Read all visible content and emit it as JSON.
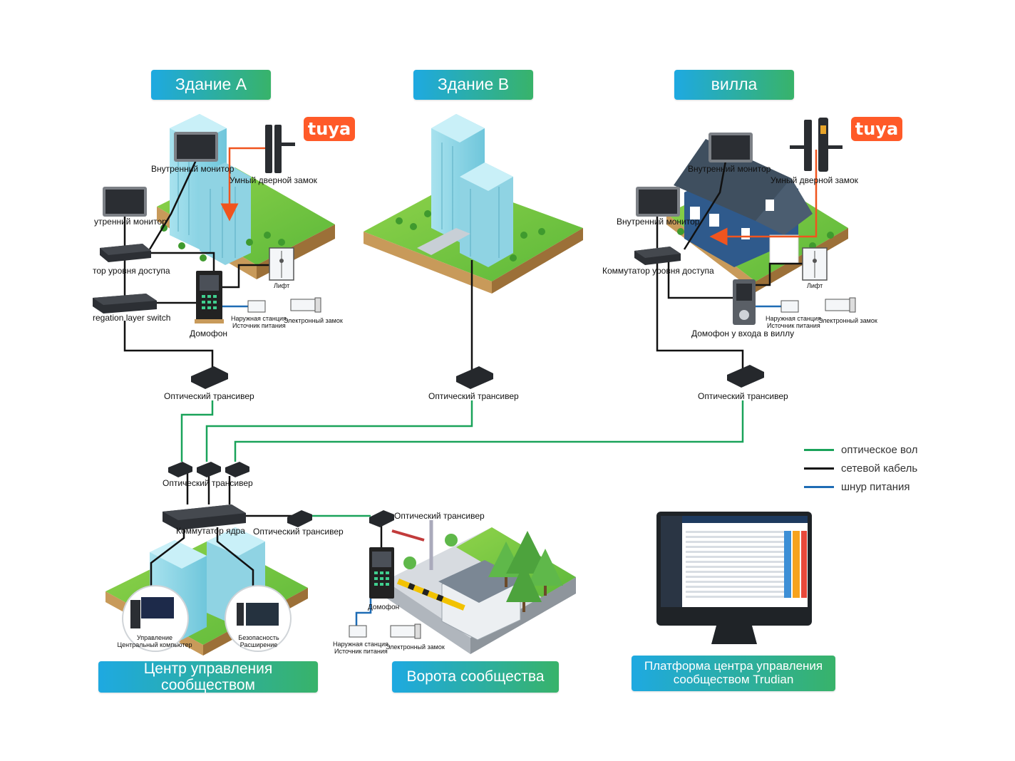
{
  "sections": {
    "building_a": "Здание A",
    "building_b": "Здание B",
    "villa": "вилла",
    "control_center": "Центр управления сообществом",
    "gate": "Ворота сообщества",
    "platform": "Платформа центра управления сообществом Trudian"
  },
  "labels": {
    "a_indoor_monitor_1": "Внутренний монитор",
    "a_indoor_monitor_2": "утренний монитор",
    "a_smart_lock": "Умный дверной замок",
    "a_access_switch": "тор уровня доступа",
    "a_aggregation_switch": "regation layer switch",
    "a_intercom": "Домофон",
    "a_lift": "Лифт",
    "a_outdoor_station": "Наружная станция",
    "a_power_supply": "Источник питания",
    "a_electric_lock": "Электронный замок",
    "a_transceiver": "Оптический трансивер",
    "b_transceiver": "Оптический трансивер",
    "v_indoor_monitor_1": "Внутренний монитор",
    "v_indoor_monitor_2": "Внутренний монитор",
    "v_smart_lock": "Умный дверной замок",
    "v_access_switch": "Коммутатор уровня доступа",
    "v_lift": "Лифт",
    "v_outdoor_station": "Наружная станция",
    "v_power_supply": "Источник питания",
    "v_electric_lock": "Электронный замок",
    "v_intercom": "Домофон у входа в виллу",
    "v_transceiver": "Оптический трансивер",
    "core_transceivers": "Оптический трансивер",
    "core_switch": "Коммутатор ядра",
    "core_transceiver_right": "Оптический трансивер",
    "gate_transceiver": "Оптический трансивер",
    "gate_intercom": "Домофон",
    "gate_outdoor_station": "Наружная станция",
    "gate_power_supply": "Источник питания",
    "gate_electric_lock": "Электронный замок",
    "cc_management_1": "Управление",
    "cc_management_2": "Центральный компьютер",
    "cc_security_1": "Безопасность",
    "cc_security_2": "Расширение"
  },
  "tuya": "tuya",
  "legend": [
    {
      "label": "оптическое вол",
      "color": "#1aa35a"
    },
    {
      "label": "сетевой кабель",
      "color": "#111111"
    },
    {
      "label": "шнур питания",
      "color": "#1e6cb5"
    }
  ],
  "colors": {
    "fiber": "#1aa35a",
    "network": "#111111",
    "power": "#1e6cb5",
    "arrow": "#f0541e"
  }
}
